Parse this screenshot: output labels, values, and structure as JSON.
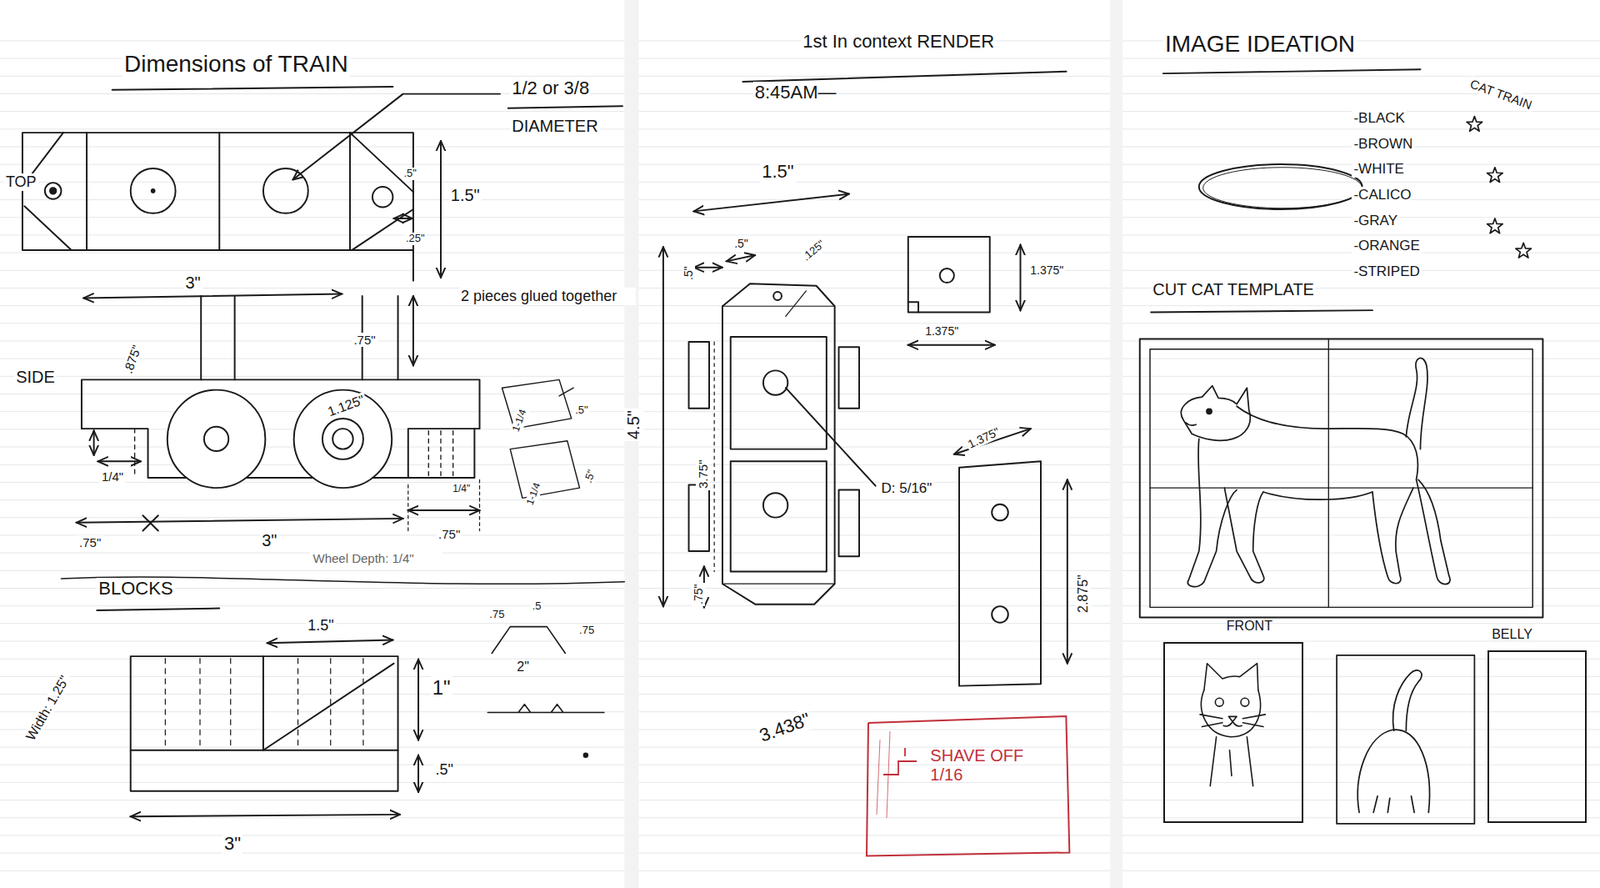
{
  "diagram": {
    "nodes": [
      {
        "text": [
          "SHAVE OFF 1/16"
        ]
      },
      {
        "text": [
          "FRONT"
        ]
      },
      {
        "text": [
          "BELLY"
        ]
      }
    ],
    "labels": [
      "Dimensions of TRAIN",
      "1/2 or 3/8",
      "DIAMETER",
      "TOP",
      ".5\"",
      ".25\"",
      "1.5\"",
      "3\"",
      "2 pieces glued together",
      "SIDE",
      ".875\"",
      ".75\"",
      "1.125\"",
      "1/4\"",
      "3\"",
      ".75\"",
      ".75\"",
      "1/4\"",
      "Wheel Depth: 1/4\"",
      "1-1/4",
      ".5\"",
      "1-1/4",
      ".5\"",
      "BLOCKS",
      "1.5\"",
      "1\"",
      ".5\"",
      "3\"",
      "Width: 1.25\"",
      ".75",
      ".5",
      ".75",
      "2\"",
      "1st In context RENDER",
      "8:45AM—",
      "1.5\"",
      ".5\"",
      ".5\"",
      ".125\"",
      "3.75\"",
      "4.5\"",
      ".75\"",
      "D: 5/16\"",
      "1.375\"",
      "1.375\"",
      "1.375\"",
      "2.875\"",
      "3.438\"",
      "IMAGE IDEATION",
      "CAT TRAIN",
      "-BLACK",
      "-BROWN",
      "-WHITE",
      "-CALICO",
      "-GRAY",
      "-ORANGE",
      "-STRIPED",
      "CUT CAT TEMPLATE"
    ]
  }
}
